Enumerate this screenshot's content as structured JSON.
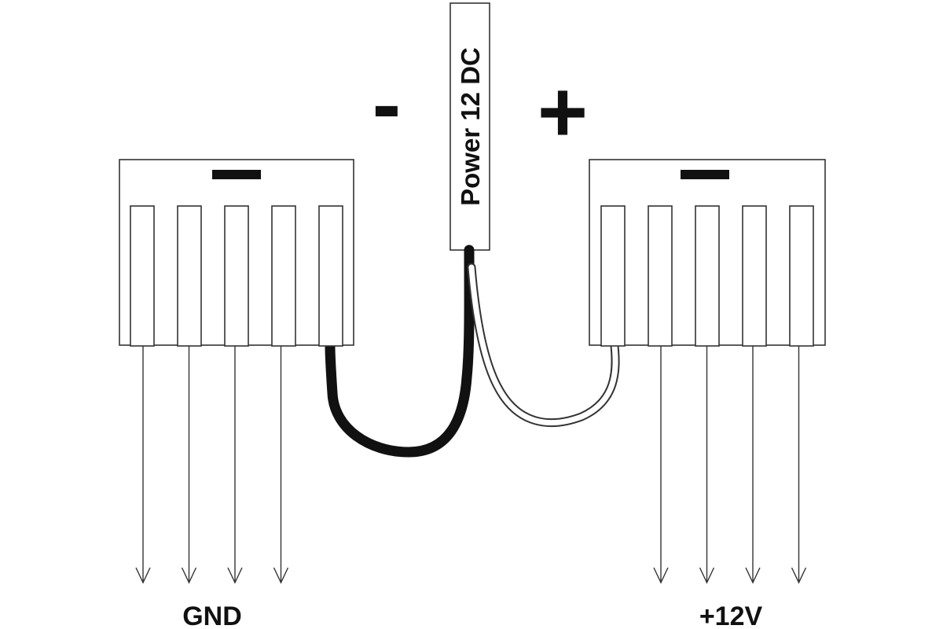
{
  "power_label": "Power 12 DC",
  "minus_symbol": "-",
  "plus_symbol": "+",
  "left_connector": {
    "label": "GND",
    "pin_count": 5,
    "output_count": 4
  },
  "right_connector": {
    "label": "+12V",
    "pin_count": 5,
    "output_count": 4
  },
  "colors": {
    "negative_wire": "#111111",
    "positive_wire": "#ffffff",
    "outline": "#333333"
  }
}
